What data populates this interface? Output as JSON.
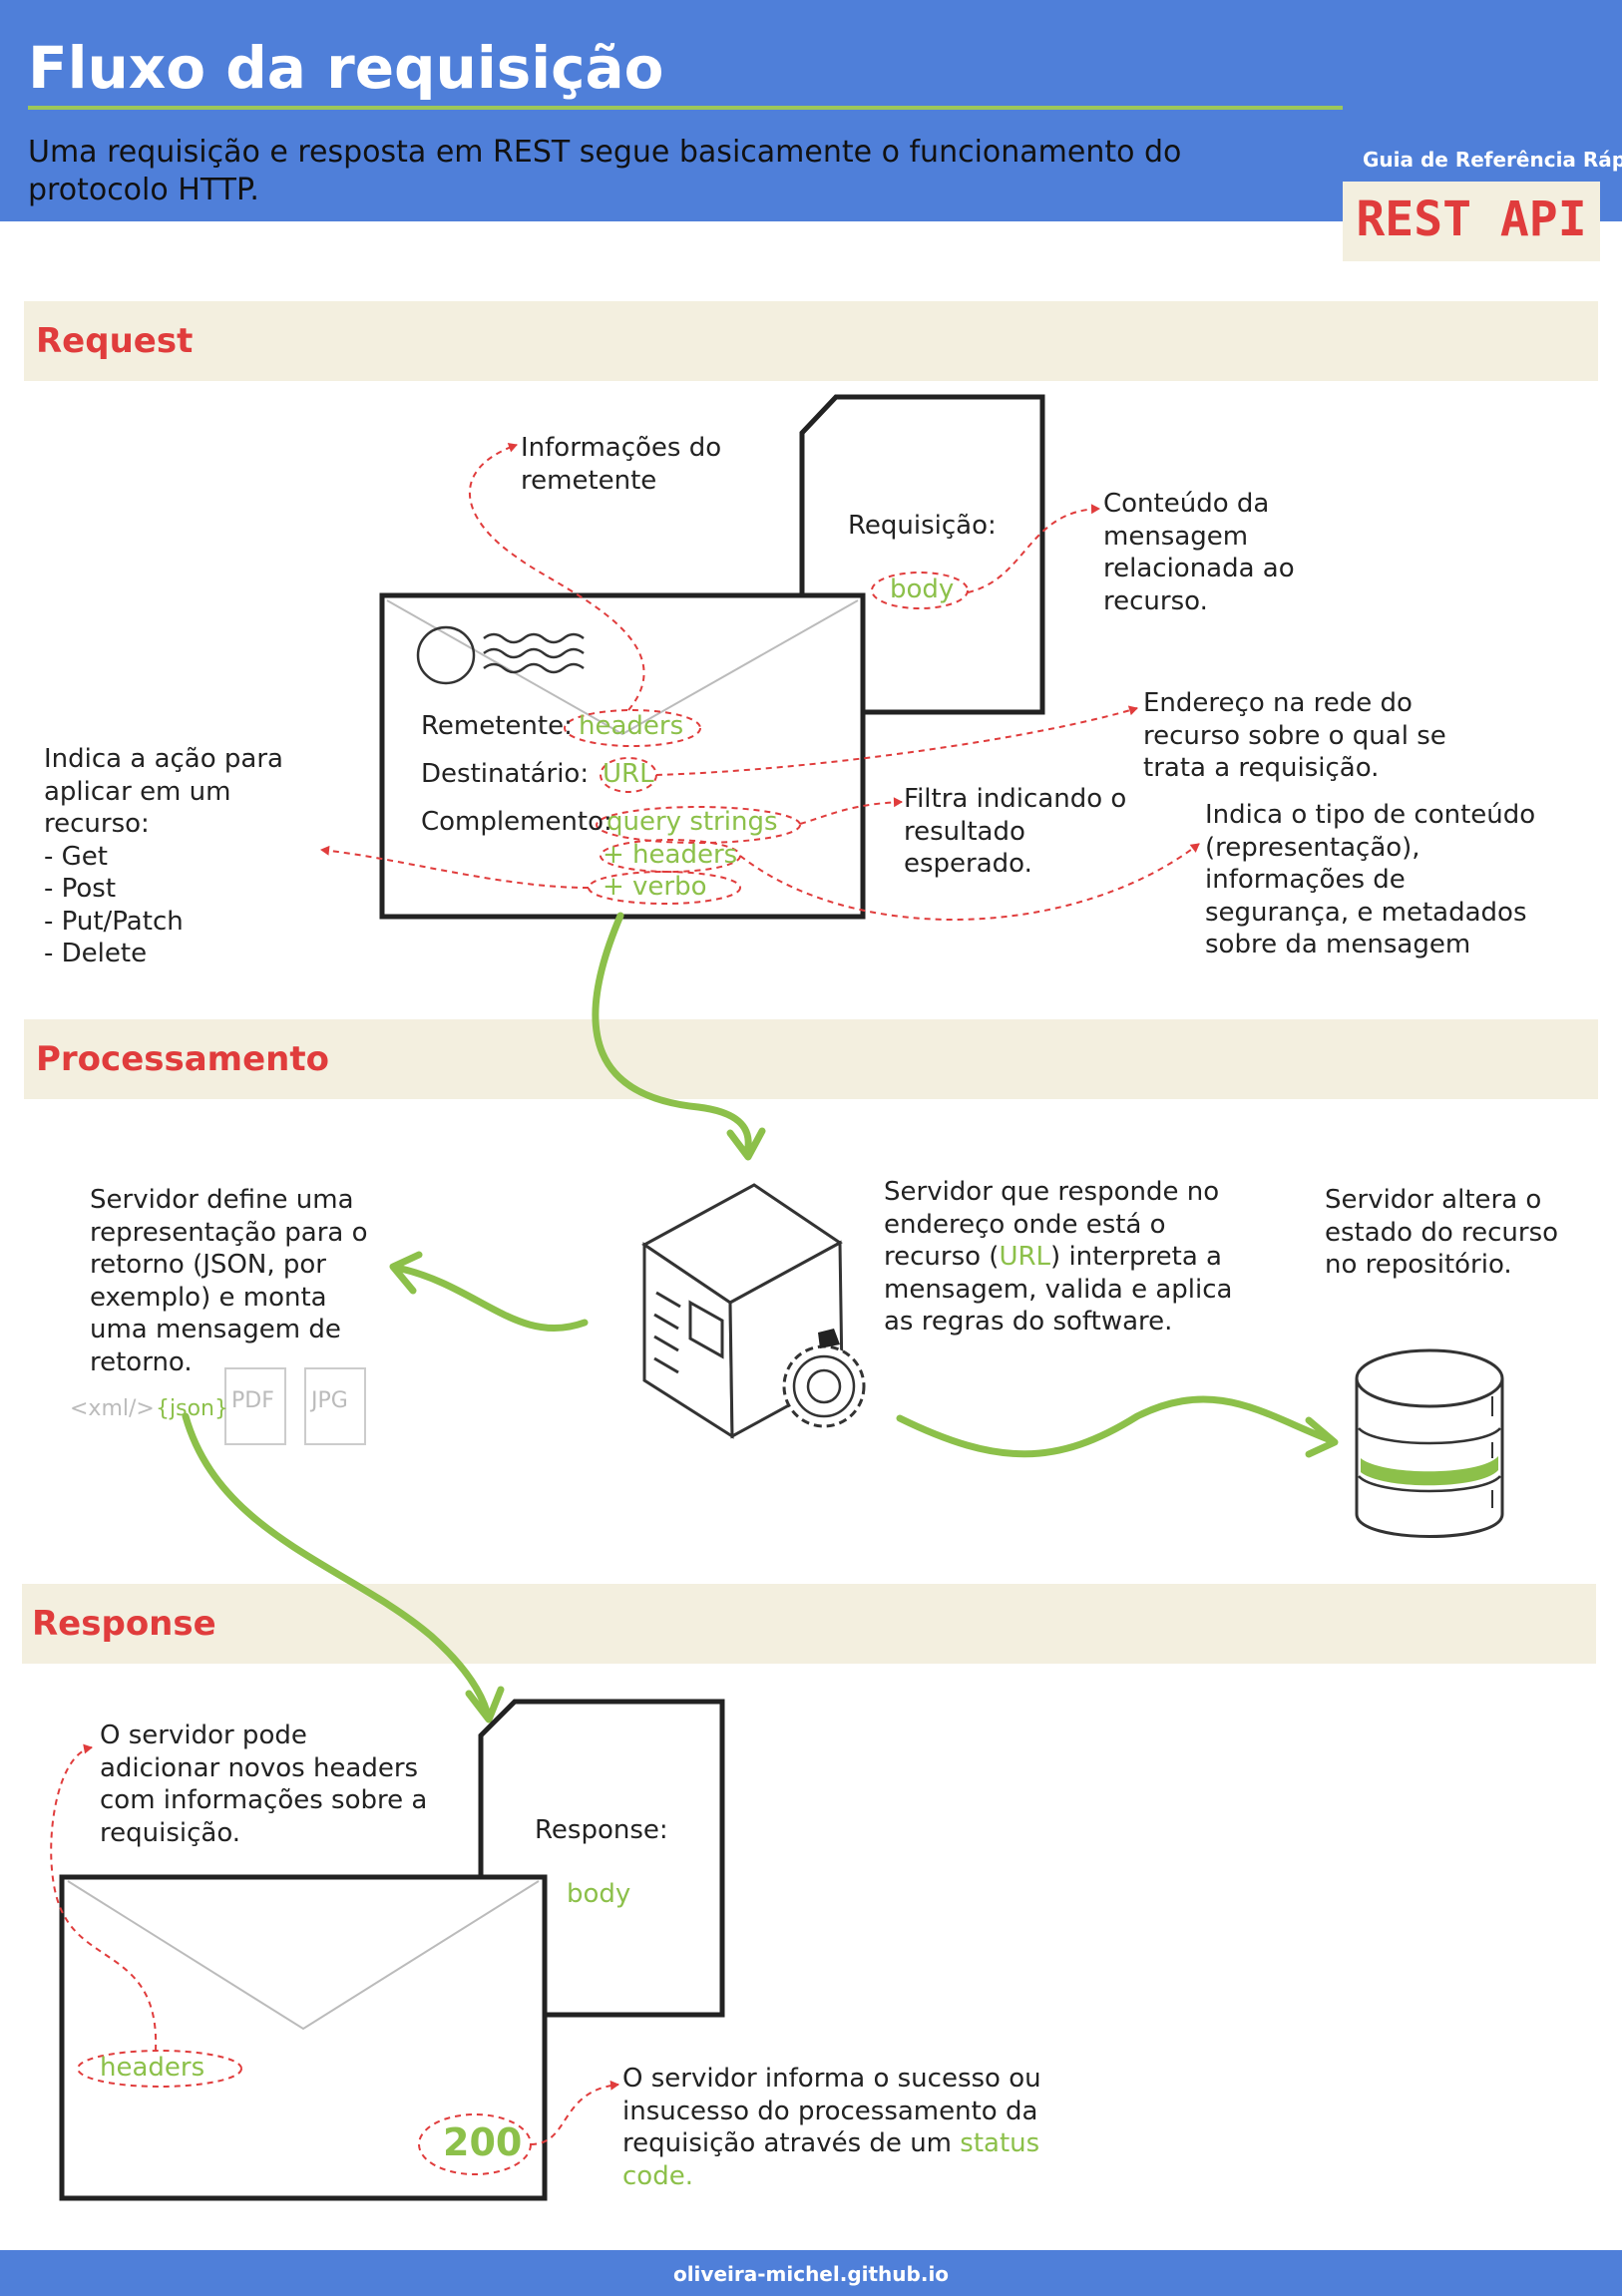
{
  "header": {
    "title": "Fluxo da requisição",
    "subtitle": "Uma requisição e resposta em REST segue basicamente o funcionamento do protocolo HTTP.",
    "guide_label": "Guia de Referência Rápida",
    "badge": "REST API"
  },
  "sections": {
    "request": "Request",
    "processing": "Processamento",
    "response": "Response"
  },
  "request": {
    "envelope": {
      "sender_label": "Remetente:",
      "sender_value": "headers",
      "recipient_label": "Destinatário:",
      "recipient_value": "URL",
      "extra_label": "Complemento:",
      "extra_values": [
        "query strings",
        "+ headers",
        "+ verbo"
      ]
    },
    "document": {
      "label": "Requisição:",
      "body": "body"
    },
    "notes": {
      "sender_info": "Informações do remetente",
      "body_content": "Conteúdo da mensagem relacionada ao recurso.",
      "url_address": "Endereço na rede do recurso sobre o qual se trata a requisição.",
      "filter": "Filtra indicando o resultado esperado.",
      "headers_type": "Indica o tipo de conteúdo (representação), informações de segurança, e metadados sobre da mensagem",
      "verbs_intro": "Indica a ação para aplicar em um recurso:",
      "verbs": [
        "- Get",
        "- Post",
        "- Put/Patch",
        "- Delete"
      ]
    }
  },
  "processing": {
    "notes": {
      "representation": "Servidor define uma representação para o retorno (JSON, por exemplo) e monta uma mensagem de retorno.",
      "server_part1": "Servidor que responde no endereço onde está o recurso (",
      "server_url": "URL",
      "server_part2": ")  interpreta a mensagem, valida e aplica as regras do software.",
      "state": "Servidor altera o estado do recurso no repositório."
    },
    "formats": [
      "<xml/>",
      "{json}",
      "PDF",
      "JPG"
    ]
  },
  "response": {
    "document": {
      "label": "Response:",
      "body": "body"
    },
    "envelope": {
      "headers": "headers",
      "status": "200"
    },
    "notes": {
      "headers_note": "O servidor pode adicionar novos headers com informações sobre a requisição.",
      "status_part1": "O servidor informa o sucesso ou insucesso do processamento da requisição através de um",
      "status_link": "status code."
    }
  },
  "footer": {
    "text": "oliveira-michel.github.io"
  },
  "colors": {
    "header_blue": "#4f7fd9",
    "accent_red": "#e03c3c",
    "accent_green": "#8cc04a",
    "band_beige": "#f3efdf"
  }
}
